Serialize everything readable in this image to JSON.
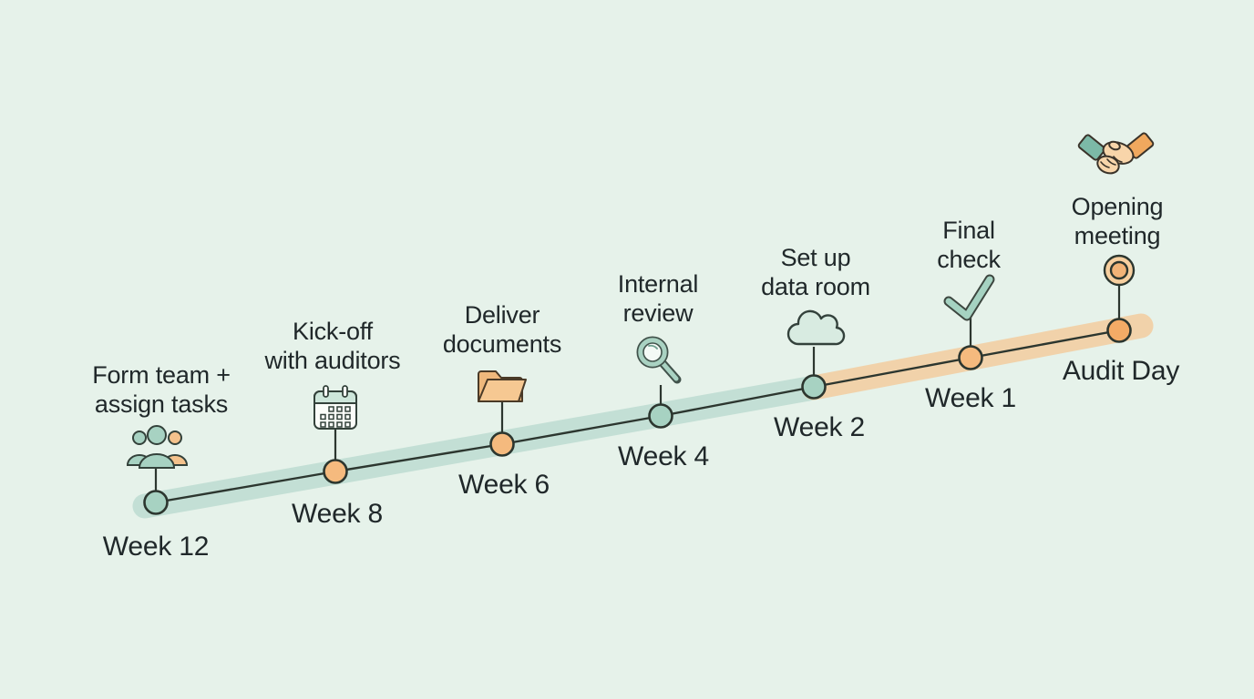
{
  "diagram": {
    "type": "timeline",
    "subject": "audit-preparation-countdown",
    "direction": "ascending-left-to-right",
    "milestones": [
      {
        "lines": [
          "Form team +",
          "assign tasks"
        ],
        "week": "Week 12",
        "icon": "team-icon",
        "node_color": "#a7d2c2"
      },
      {
        "lines": [
          "Kick-off",
          "with auditors"
        ],
        "week": "Week 8",
        "icon": "calendar-icon",
        "node_color": "#f5ba7e"
      },
      {
        "lines": [
          "Deliver",
          "documents"
        ],
        "week": "Week 6",
        "icon": "folder-icon",
        "node_color": "#f5ba7e"
      },
      {
        "lines": [
          "Internal",
          "review"
        ],
        "week": "Week 4",
        "icon": "magnifier-icon",
        "node_color": "#a7d2c2"
      },
      {
        "lines": [
          "Set up",
          "data room"
        ],
        "week": "Week 2",
        "icon": "cloud-icon",
        "node_color": "#a7d2c2"
      },
      {
        "lines": [
          "Final",
          "check"
        ],
        "week": "Week 1",
        "icon": "check-icon",
        "node_color": "#f5ba7e"
      },
      {
        "lines": [
          "Opening",
          "meeting"
        ],
        "week": "Audit Day",
        "icon": "handshake-icon",
        "node_color": "#f3ab66"
      }
    ],
    "palette": {
      "background": "#e6f2ea",
      "teal": "#a7d2c2",
      "orange": "#f5ba7e",
      "band_teal": "#a5d0c2",
      "band_orange": "#f7bf83",
      "outline": "#2c362f",
      "text": "#20282a",
      "skin": "#f8d5aa"
    }
  }
}
